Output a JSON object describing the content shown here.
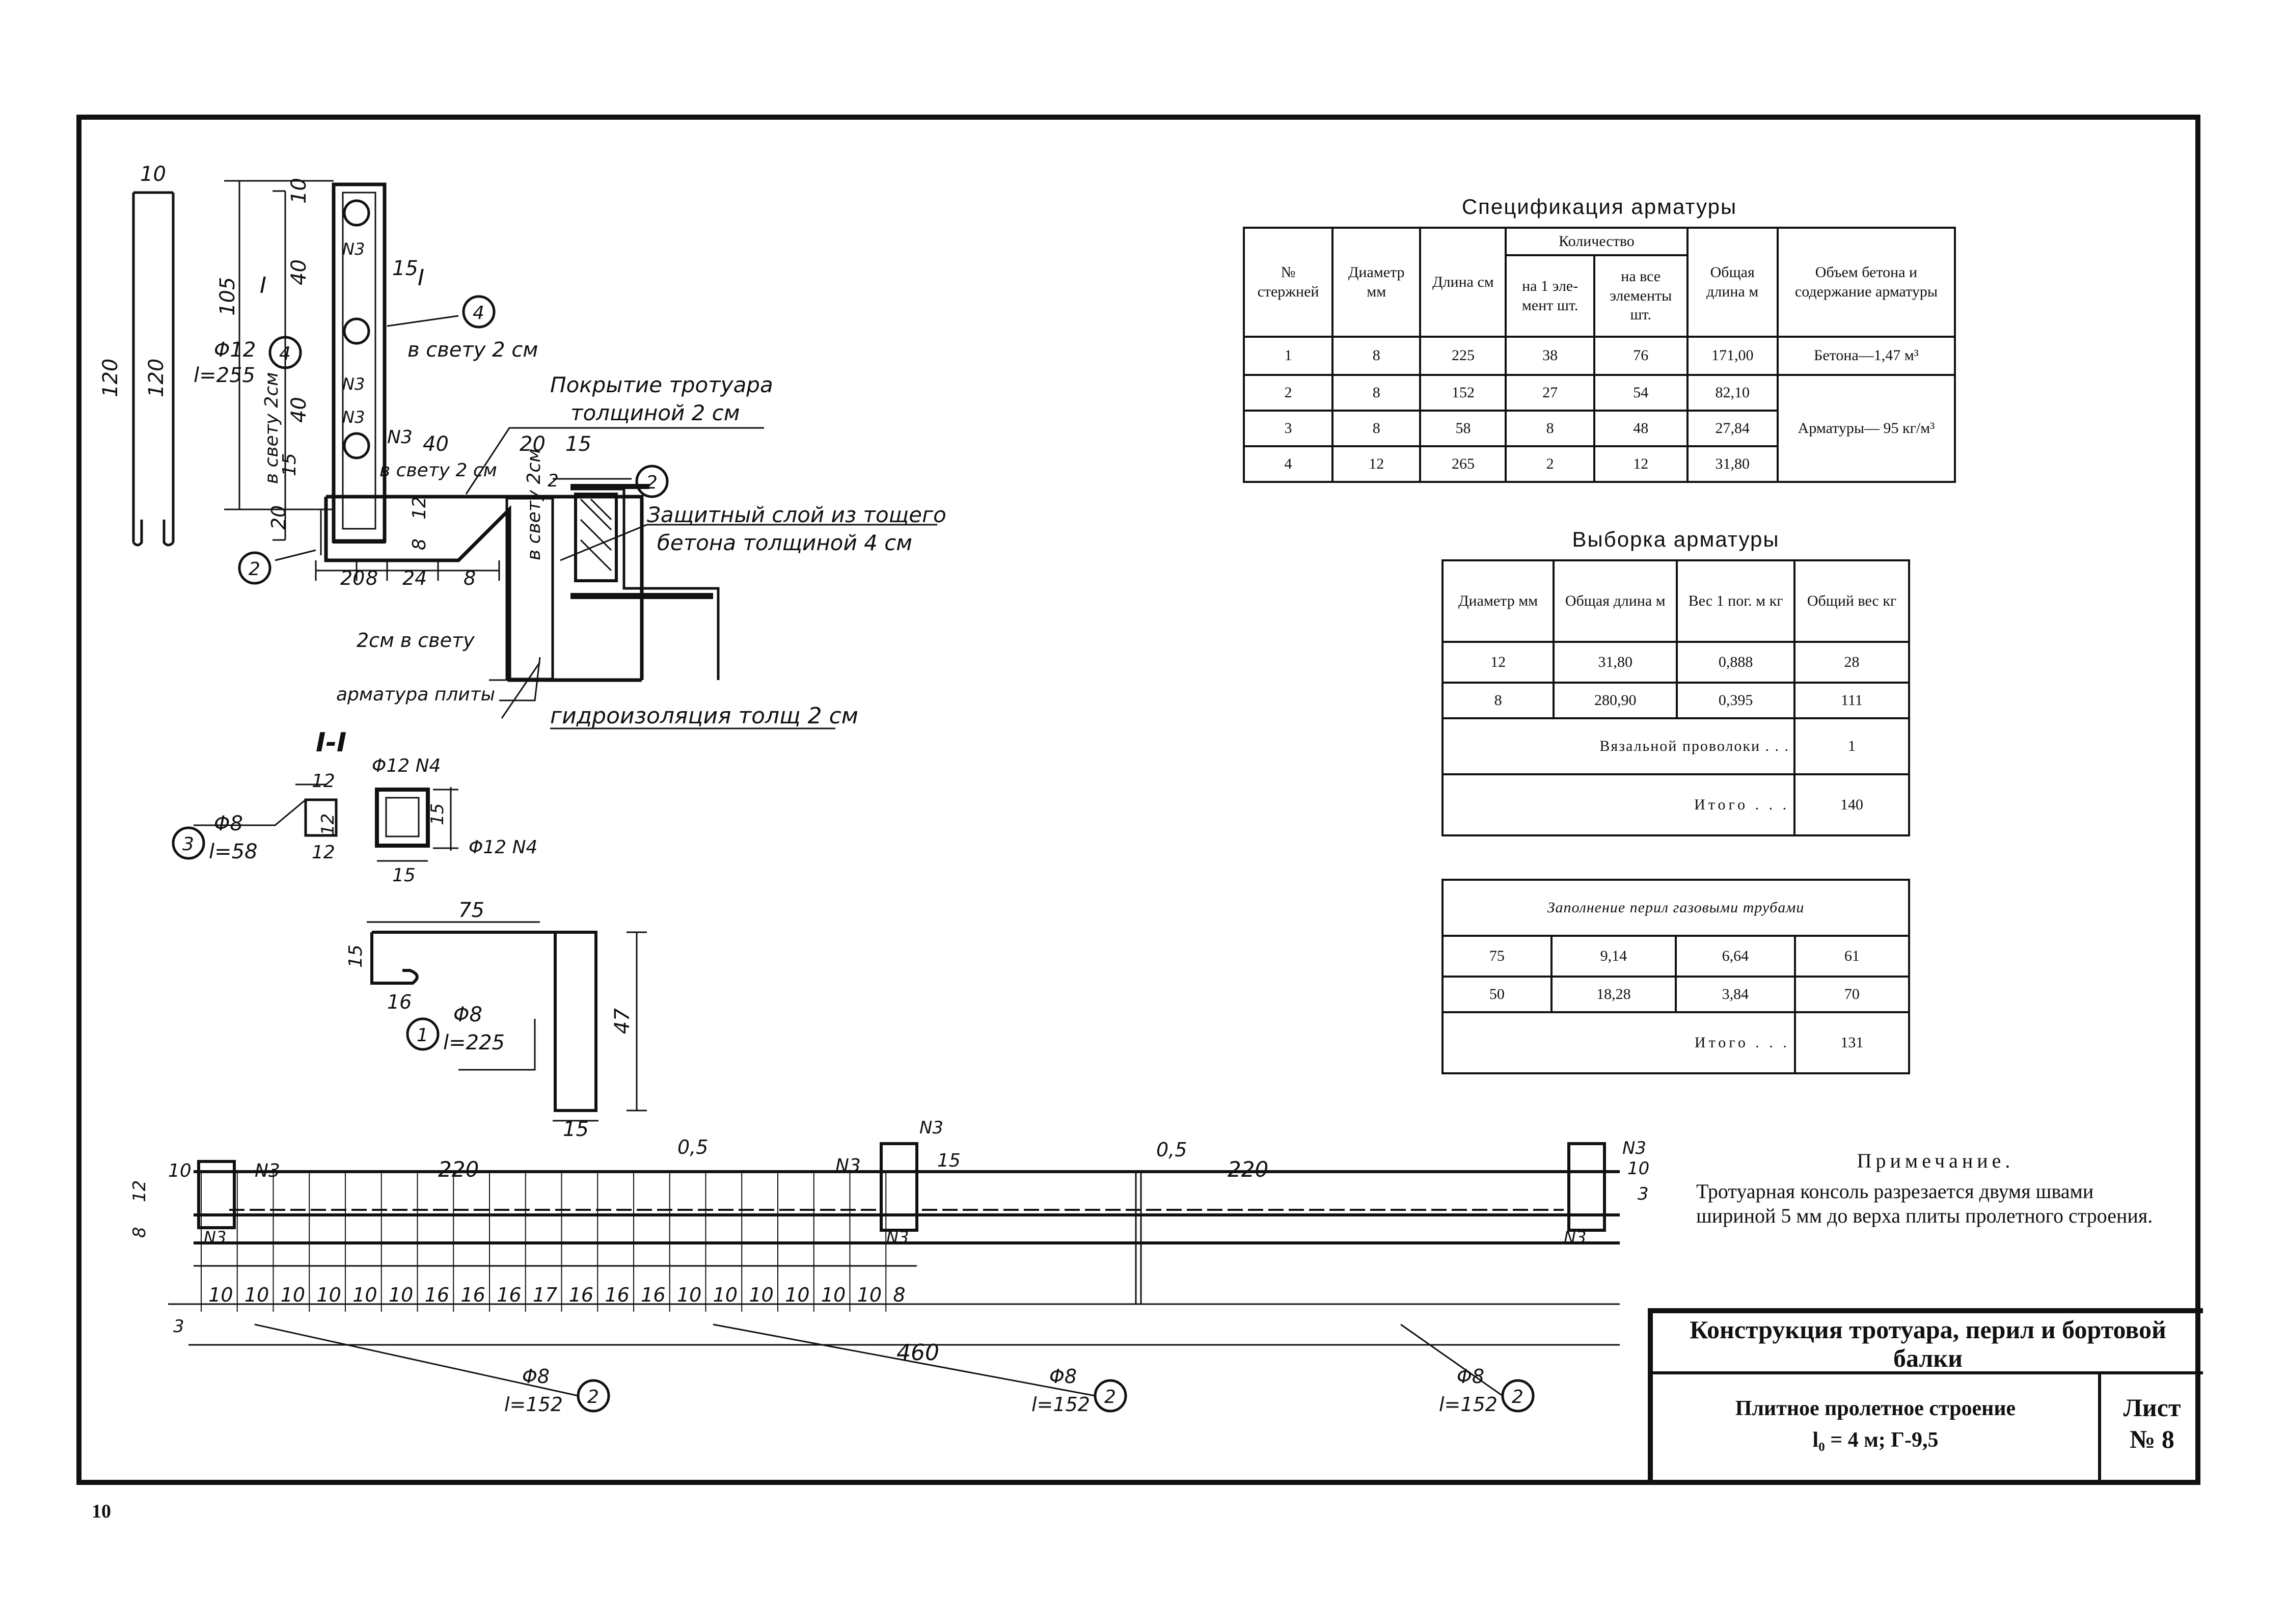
{
  "spec": {
    "title": "Спецификация арматуры",
    "h_num": "№ стержней",
    "h_diam": "Диаметр мм",
    "h_len": "Длина см",
    "h_qty": "Количество",
    "h_qty1": "на 1 эле- мент шт.",
    "h_qtyall": "на все элементы шт.",
    "h_total": "Общая длина м",
    "h_vol": "Объем бетона и содержание арматуры",
    "rows": [
      {
        "n": "1",
        "d": "8",
        "l": "225",
        "q1": "38",
        "qa": "76",
        "t": "171,00"
      },
      {
        "n": "2",
        "d": "8",
        "l": "152",
        "q1": "27",
        "qa": "54",
        "t": "82,10"
      },
      {
        "n": "3",
        "d": "8",
        "l": "58",
        "q1": "8",
        "qa": "48",
        "t": "27,84"
      },
      {
        "n": "4",
        "d": "12",
        "l": "265",
        "q1": "2",
        "qa": "12",
        "t": "31,80"
      }
    ],
    "vol_concrete": "Бетона—1,47 м³",
    "vol_steel": "Арматуры— 95 кг/м³"
  },
  "select": {
    "title": "Выборка арматуры",
    "h_diam": "Диаметр мм",
    "h_len": "Общая длина м",
    "h_w1": "Вес 1 пог. м кг",
    "h_wt": "Общий вес кг",
    "rows": [
      {
        "d": "12",
        "l": "31,80",
        "w": "0,888",
        "t": "28"
      },
      {
        "d": "8",
        "l": "280,90",
        "w": "0,395",
        "t": "111"
      }
    ],
    "wire_label": "Вязальной проволоки . . .",
    "wire_val": "1",
    "total_label": "Итого . . .",
    "total_val": "140"
  },
  "pipes": {
    "title": "Заполнение перил газовыми трубами",
    "rows": [
      {
        "d": "75",
        "l": "9,14",
        "w": "6,64",
        "t": "61"
      },
      {
        "d": "50",
        "l": "18,28",
        "w": "3,84",
        "t": "70"
      }
    ],
    "total_label": "Итого . . .",
    "total_val": "131"
  },
  "note": {
    "heading": "Примечание.",
    "text": "Тротуарная консоль разрезается двумя швами шириной 5 мм до верха плиты пролетного строения."
  },
  "titleblock": {
    "main": "Конструкция тротуара, перил и бортовой балки",
    "sub1": "Плитное пролетное строение",
    "sub2": "l₀ = 4 м; Г-9,5",
    "sheet1": "Лист",
    "sheet2": "№ 8"
  },
  "page_number": "10",
  "drawing": {
    "d10": "10",
    "d120a": "120",
    "d120b": "120",
    "phi12": "Φ12",
    "l255": "l=255",
    "d105": "105",
    "d40a": "40",
    "d40b": "40",
    "d10b": "10",
    "sec1": "I",
    "sec1b": "I",
    "d15": "15",
    "n3a": "N3",
    "n3b": "N3",
    "n3c": "N3",
    "m4": "4",
    "m2a": "2",
    "m2b": "2",
    "m3": "3",
    "m1": "1",
    "vsvetu1": "в свету 2 см",
    "vsvetu2": "в свету 2см",
    "vsvetu3": "в свету 2 см",
    "pokrytie1": "Покрытие тротуара",
    "pokrytie2": "толщиной 2 см",
    "n3d": "N3",
    "d40c": "40",
    "d20a": "20",
    "d15b": "15",
    "zash1": "Защитный слой из тощего",
    "zash2": "бетона толщиной 4 см",
    "d15c": "15",
    "d20b": "20",
    "d8": "8",
    "d12": "12",
    "d20c": "20",
    "d8b": "8",
    "d24": "24",
    "d8c": "8",
    "svetu2cm": "2см в свету",
    "vsvetu4": "в свету 2см",
    "armplity": "арматура плиты",
    "gidro": "гидроизоляция толщ 2 см",
    "sec_label": "I-I",
    "phi12n4a": "Φ12 N4",
    "phi12n4b": "Φ12 N4",
    "s12a": "12",
    "s12b": "12",
    "s12c": "12",
    "s15a": "15",
    "s15b": "15",
    "phi8a": "Φ8",
    "l58": "l=58",
    "b75": "75",
    "b15a": "15",
    "b16": "16",
    "b47": "47",
    "b15b": "15",
    "phi8b": "Φ8",
    "l225": "l=225",
    "e10": "10",
    "n3e": "N3",
    "e220a": "220",
    "e05a": "0,5",
    "n3f": "N3",
    "e15": "15",
    "n3g": "N3",
    "e05b": "0,5",
    "e220b": "220",
    "n3h": "N3",
    "e10b": "10",
    "e3": "3",
    "e12": "12",
    "e8": "8",
    "n3i": "N3",
    "n3j": "N3",
    "n3k": "N3",
    "spacings": [
      "10",
      "10",
      "10",
      "10",
      "10",
      "10",
      "16",
      "16",
      "16",
      "17",
      "16",
      "16",
      "16",
      "10",
      "10",
      "10",
      "10",
      "10",
      "10",
      "8"
    ],
    "e3b": "3",
    "e460": "460",
    "phi8c": "Φ8",
    "l152a": "l=152",
    "phi8d": "Φ8",
    "l152b": "l=152",
    "phi8e": "Φ8",
    "l152c": "l=152",
    "m2c": "2",
    "m2d": "2",
    "m2e": "2"
  }
}
